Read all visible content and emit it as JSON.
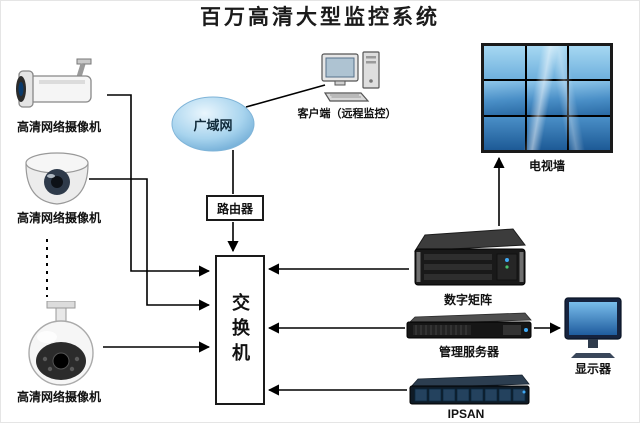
{
  "title": "百万高清大型监控系统",
  "labels": {
    "camera1": "高清网络摄像机",
    "camera2": "高清网络摄像机",
    "camera3": "高清网络摄像机",
    "wan": "广域网",
    "client": "客户端（远程监控）",
    "router": "路由器",
    "switch": "交换机",
    "tvwall": "电视墙",
    "matrix": "数字矩阵",
    "server": "管理服务器",
    "monitor": "显示器",
    "ipsan": "IPSAN"
  },
  "icons": {
    "camera1": "bullet-camera-icon",
    "camera2": "dome-camera-icon",
    "camera3": "ptz-camera-icon",
    "wan": "wan-cloud-icon",
    "client": "client-computer-icon",
    "tvwall": "tv-wall-icon",
    "matrix": "digital-matrix-icon",
    "server": "management-server-icon",
    "monitor": "monitor-icon",
    "ipsan": "ipsan-storage-icon"
  },
  "colors": {
    "background": "#ffffff",
    "connector_line": "#000000",
    "cloud_blue": "#a8d4ee",
    "screen_blue": "#2f77b8",
    "device_dark": "#191919",
    "text": "#111111"
  }
}
